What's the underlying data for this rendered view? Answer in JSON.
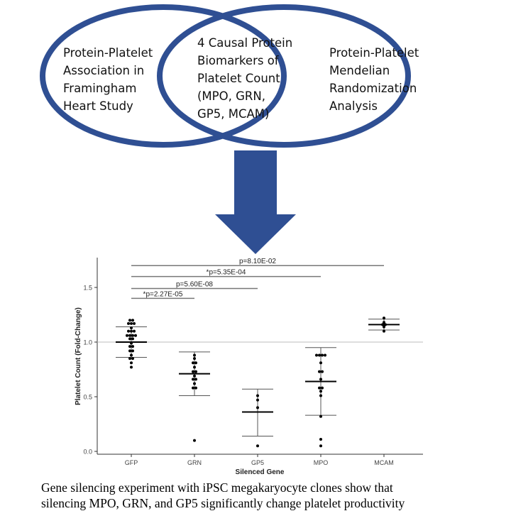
{
  "venn": {
    "left_text": "Protein-Platelet\nAssociation in\nFramingham\nHeart Study",
    "center_text": "4 Causal Protein\nBiomarkers of\nPlatelet Count\n(MPO, GRN,\nGP5, MCAM)",
    "right_text": "Protein-Platelet\nMendelian\nRandomization\nAnalysis",
    "ring_color": "#2f4f93"
  },
  "arrow": {
    "color": "#2f4f93"
  },
  "chart_data": {
    "type": "scatter",
    "xlabel": "Silenced Gene",
    "ylabel": "Platelet Count (Fold-Change)",
    "categories": [
      "GFP",
      "GRN",
      "GP5",
      "MPO",
      "MCAM"
    ],
    "ylim": [
      -0.02,
      1.75
    ],
    "yticks": [
      0.0,
      0.5,
      1.0,
      1.5
    ],
    "ytick_labels": [
      "0.0",
      "0.5",
      "1.0",
      "1.5"
    ],
    "reference_line": 1.0,
    "points": {
      "GFP": [
        1.2,
        1.2,
        1.17,
        1.17,
        1.17,
        1.13,
        1.1,
        1.1,
        1.1,
        1.06,
        1.06,
        1.06,
        1.06,
        1.03,
        1.03,
        0.99,
        0.96,
        0.96,
        0.92,
        0.92,
        0.88,
        0.85,
        0.85,
        0.81,
        0.77
      ],
      "GRN": [
        0.88,
        0.85,
        0.81,
        0.81,
        0.77,
        0.73,
        0.73,
        0.69,
        0.66,
        0.66,
        0.62,
        0.58,
        0.58,
        0.1
      ],
      "GP5": [
        0.51,
        0.47,
        0.4,
        0.05
      ],
      "MPO": [
        0.88,
        0.88,
        0.88,
        0.88,
        0.81,
        0.73,
        0.73,
        0.66,
        0.58,
        0.58,
        0.55,
        0.51,
        0.32,
        0.11,
        0.05
      ],
      "MCAM": [
        1.22,
        1.18,
        1.16,
        1.16,
        1.14,
        1.1
      ]
    },
    "summary": [
      {
        "group": "GFP",
        "mean": 1.0,
        "lower": 0.86,
        "upper": 1.14
      },
      {
        "group": "GRN",
        "mean": 0.71,
        "lower": 0.51,
        "upper": 0.91
      },
      {
        "group": "GP5",
        "mean": 0.36,
        "lower": 0.14,
        "upper": 0.57
      },
      {
        "group": "MPO",
        "mean": 0.64,
        "lower": 0.33,
        "upper": 0.95
      },
      {
        "group": "MCAM",
        "mean": 1.16,
        "lower": 1.11,
        "upper": 1.21
      }
    ],
    "comparisons": [
      {
        "from": "GFP",
        "to": "GRN",
        "y": 1.4,
        "label": "*p=2.27E-05"
      },
      {
        "from": "GFP",
        "to": "GP5",
        "y": 1.49,
        "label": "p=5.60E-08"
      },
      {
        "from": "GFP",
        "to": "MPO",
        "y": 1.6,
        "label": "*p=5.35E-04"
      },
      {
        "from": "GFP",
        "to": "MCAM",
        "y": 1.7,
        "label": "p=8.10E-02"
      }
    ],
    "grid": false
  },
  "caption": {
    "line1": "Gene silencing experiment with iPSC megakaryocyte clones show that",
    "line2": "silencing MPO, GRN, and GP5 significantly change platelet productivity"
  }
}
